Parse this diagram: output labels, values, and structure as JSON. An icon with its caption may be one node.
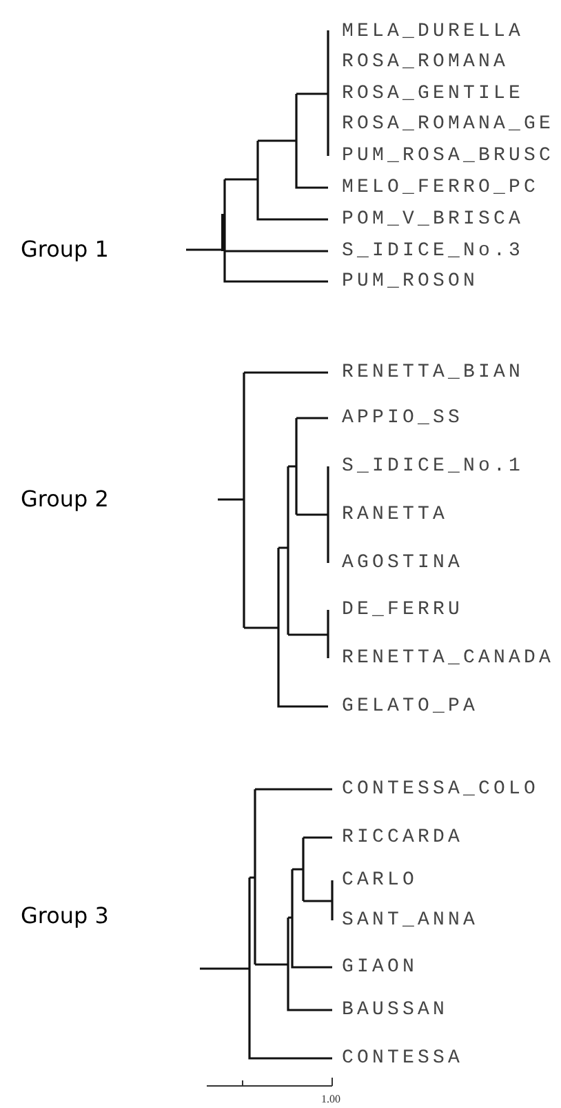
{
  "diagram": {
    "labels": [
      "MELA_DURELLA",
      "ROSA_ROMANA",
      "ROSA_GENTILE",
      "ROSA_ROMANA_GE",
      "PUM_ROSA_BRUSC",
      "MELO_FERRO_PC",
      "POM_V_BRISCA",
      "Group 1",
      "S_IDICE_No.3",
      "PUM_ROSON",
      "RENETTA_BIAN",
      "APPIO_SS",
      "S_IDICE_No.1",
      "Group 2",
      "RANETTA",
      "AGOSTINA",
      "DE_FERRU",
      "RENETTA_CANADA",
      "GELATO_PA",
      "CONTESSA_COLO",
      "RICCARDA",
      "CARLO",
      "SANT_ANNA",
      "Group 3",
      "GIAON",
      "BAUSSAN",
      "CONTESSA",
      "1.00"
    ]
  }
}
